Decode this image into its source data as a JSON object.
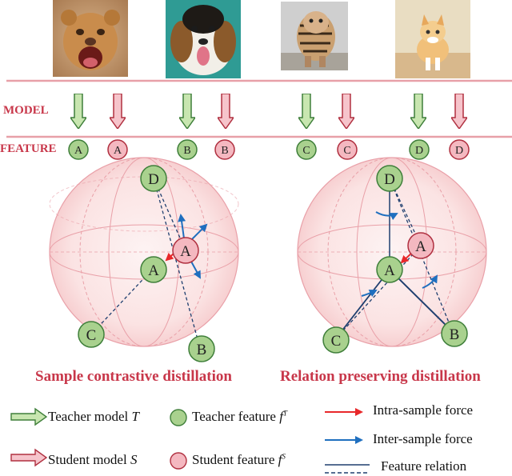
{
  "images": [
    {
      "name": "lion-cub-photo"
    },
    {
      "name": "beagle-photo"
    },
    {
      "name": "tiger-cub-photo"
    },
    {
      "name": "kitten-photo"
    }
  ],
  "row_labels": {
    "model": "MODEL",
    "feature": "FEATURE"
  },
  "feature_letters": [
    "A",
    "B",
    "C",
    "D"
  ],
  "captions": {
    "left": "Sample contrastive distillation",
    "right": "Relation preserving  distillation"
  },
  "legend": {
    "teacher_model": "Teacher model",
    "teacher_model_sym": "T",
    "student_model": "Student model",
    "student_model_sym": "S",
    "teacher_feature": "Teacher feature",
    "teacher_feature_sym": "f",
    "teacher_feature_sup": "T",
    "student_feature": "Student feature",
    "student_feature_sym": "f",
    "student_feature_sup": "S",
    "intra_force": "Intra-sample force",
    "inter_force": "Inter-sample force",
    "feature_relation": "Feature relation"
  },
  "colors": {
    "teacher_fill": "#a9d18e",
    "teacher_stroke": "#3f7f3a",
    "student_fill": "#f4b8c0",
    "student_stroke": "#b03040",
    "intra_arrow": "#e8282a",
    "inter_arrow": "#1f6fbf",
    "relation_line": "#1f3f6f",
    "sphere_line": "#e9a0a8",
    "label_red": "#c8374a"
  }
}
